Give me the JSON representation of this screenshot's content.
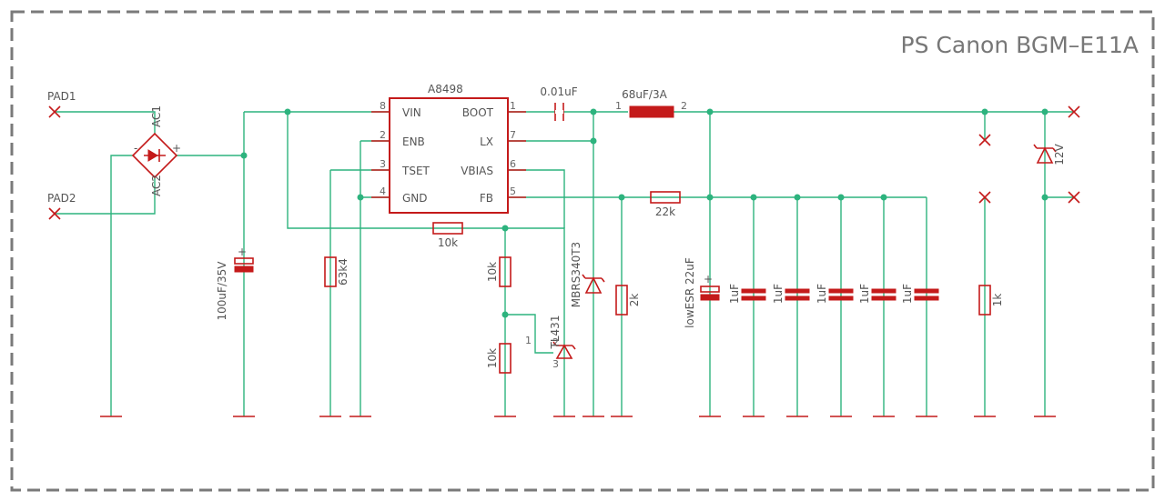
{
  "title": "PS Canon BGM–E11A",
  "ic": {
    "name": "A8498",
    "pins_left": [
      "VIN",
      "ENB",
      "TSET",
      "GND"
    ],
    "pins_right": [
      "BOOT",
      "LX",
      "VBIAS",
      "FB"
    ],
    "pin_numbers_left": [
      "8",
      "2",
      "3",
      "4"
    ],
    "pin_numbers_right": [
      "1",
      "7",
      "6",
      "5"
    ]
  },
  "pads": {
    "pad1": "PAD1",
    "pad2": "PAD2"
  },
  "bridge": {
    "ac1": "AC1",
    "ac2": "AC2",
    "minus": "-",
    "plus": "+"
  },
  "components": {
    "c_boot": "0.01uF",
    "inductor": "68uF/3A",
    "inductor_pin1": "1",
    "inductor_pin2": "2",
    "c_in": "100uF/35V",
    "c_in_polarity": "+",
    "r_tset": "63k4",
    "r_top": "10k",
    "r_bias_top": "10k",
    "r_bias_bottom": "10k",
    "tl431": "TL431",
    "tl431_pin1": "1",
    "tl431_pin2": "2",
    "tl431_pin3": "3",
    "schottky": "MBRS340T3",
    "r_fb_low": "2k",
    "r_fb_high": "22k",
    "c_out_main": "lowESR 22uF",
    "c_out_polarity": "+",
    "c_out_small": [
      "1uF",
      "1uF",
      "1uF",
      "1uF",
      "1uF"
    ],
    "r_load": "1k",
    "zener": "12V"
  },
  "colors": {
    "wire": "#2db37e",
    "part": "#c41a1a",
    "frame": "#7a7a7a",
    "text": "#555555"
  }
}
